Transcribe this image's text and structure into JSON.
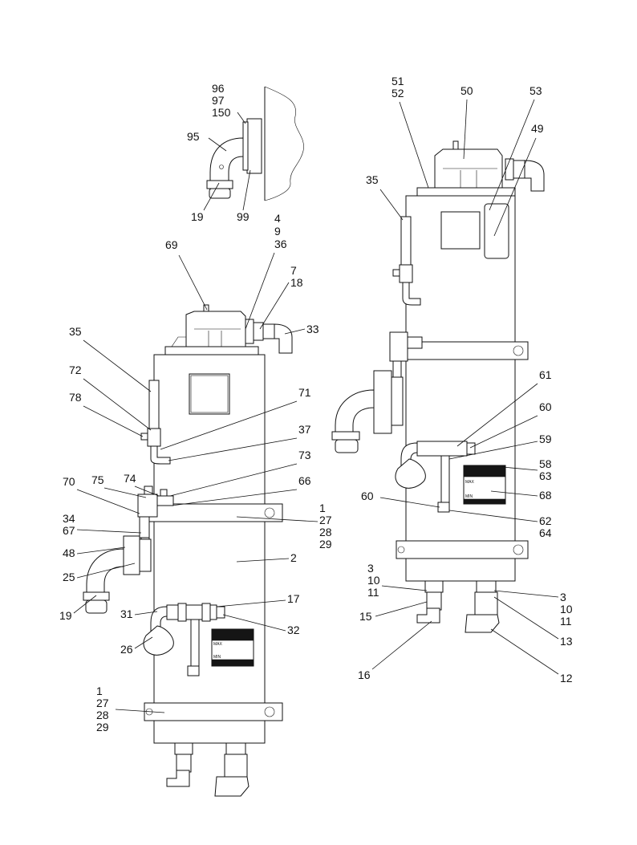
{
  "labels": {
    "top_detail": [
      "96",
      "97",
      "150",
      "95",
      "19",
      "99"
    ],
    "left_view": [
      "69",
      "4",
      "9",
      "36",
      "7",
      "18",
      "33",
      "35",
      "72",
      "78",
      "71",
      "37",
      "73",
      "66",
      "70",
      "75",
      "74",
      "1",
      "27",
      "28",
      "29",
      "34",
      "67",
      "48",
      "25",
      "2",
      "19",
      "31",
      "17",
      "26",
      "32",
      "1",
      "27",
      "28",
      "29"
    ],
    "right_view": [
      "51",
      "52",
      "50",
      "53",
      "49",
      "35",
      "61",
      "60",
      "59",
      "58",
      "63",
      "68",
      "60",
      "62",
      "64",
      "3",
      "10",
      "11",
      "15",
      "16",
      "3",
      "10",
      "11",
      "13",
      "12"
    ]
  },
  "gauge": {
    "max_label": "MAX",
    "min_label": "MIN"
  }
}
